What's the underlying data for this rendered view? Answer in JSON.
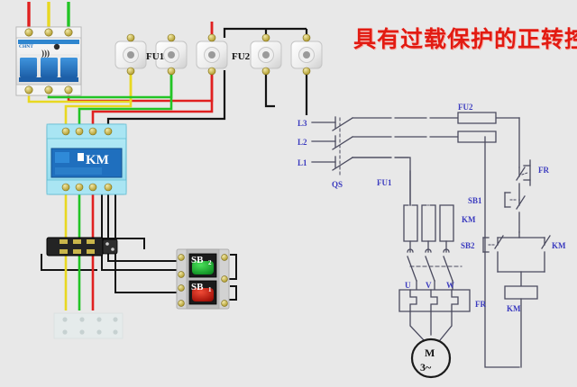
{
  "title": "具有过载保护的正转控制",
  "colors": {
    "background": "#e8e8e8",
    "title_red": "#e21b12",
    "schematic_ink": "#4a4a5e",
    "label_blue": "#3b3bbf",
    "wire_red": "#e02020",
    "wire_yellow": "#e8d820",
    "wire_green": "#22c425",
    "wire_black": "#141414",
    "contactor_body": "#7fd6e8",
    "breaker_blue": "#2a7fd4"
  },
  "physical": {
    "breaker": {
      "brand": "CHNT",
      "poles": 3,
      "name": "circuit-breaker"
    },
    "fuse_groups": [
      {
        "label": "FU1",
        "count": 3
      },
      {
        "label": "FU2",
        "count": 2
      }
    ],
    "contactor": {
      "label": "KM"
    },
    "overload_relay": {
      "label": "FR"
    },
    "buttons": [
      {
        "label": "SB",
        "sub": "2",
        "color": "green",
        "role": "start"
      },
      {
        "label": "SB",
        "sub": "1",
        "color": "red",
        "role": "stop"
      }
    ],
    "wire_colors_in": [
      "red",
      "yellow",
      "green"
    ]
  },
  "schematic": {
    "supply_lines": [
      "L3",
      "L2",
      "L1"
    ],
    "isolator": "QS",
    "main_fuses": "FU1",
    "control_fuses": "FU2",
    "contactor_main": "KM",
    "contactor_coil": "KM",
    "contactor_seal": "KM",
    "thermal_element": "FR",
    "thermal_contact": "FR",
    "stop_button": "SB1",
    "start_button": "SB2",
    "motor": {
      "symbol": "M",
      "phases": "3~",
      "terminals": [
        "U",
        "V",
        "W"
      ]
    }
  }
}
